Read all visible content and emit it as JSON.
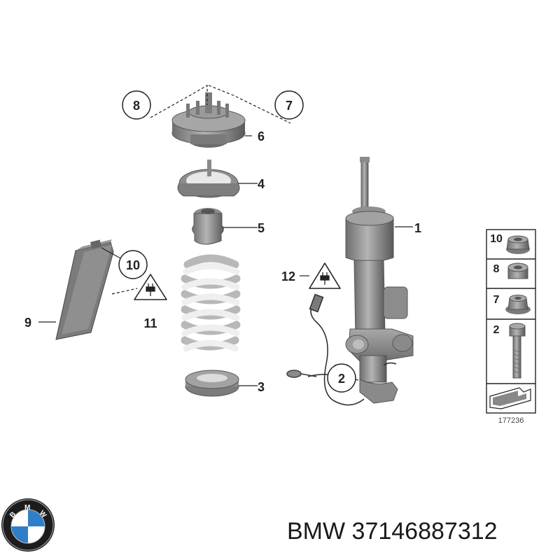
{
  "diagram": {
    "callouts": {
      "c1": "1",
      "c2": "2",
      "c3": "3",
      "c4": "4",
      "c5": "5",
      "c6": "6",
      "c7": "7",
      "c8": "8",
      "c9": "9",
      "c10": "10",
      "c11": "11",
      "c12": "12"
    },
    "legend": {
      "items": [
        "10",
        "8",
        "7",
        "2"
      ],
      "reference_number": "177236"
    }
  },
  "brand": {
    "name": "BMW",
    "part_number": "37146887312",
    "logo_text": "BMW"
  },
  "colors": {
    "part_gray": "#8c8c8c",
    "part_light": "#c8c8c8",
    "line": "#222222",
    "logo_blue": "#2f7fc8"
  }
}
